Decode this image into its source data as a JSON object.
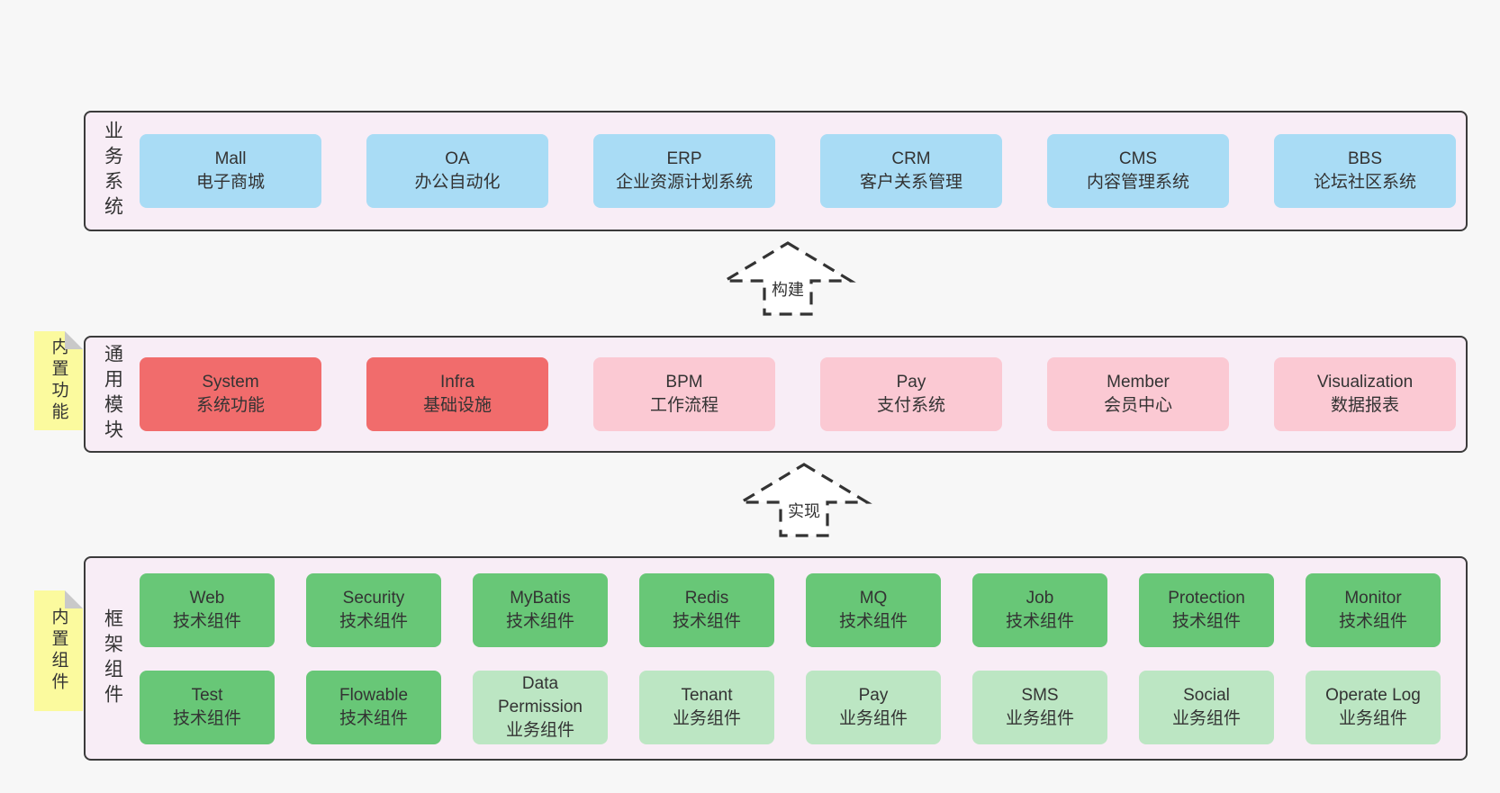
{
  "colors": {
    "page-bg": "#f7f7f7",
    "layer-bg": "#f8edf6",
    "layer-border": "#3b3b3b",
    "box-blue": "#a9dcf5",
    "box-red": "#f16c6c",
    "box-pink": "#fbc9d3",
    "box-green": "#68c777",
    "box-lightgreen": "#bce6c3",
    "note-bg": "#fbfa9e",
    "note-fold": "#c9c9c9",
    "text": "#333333",
    "arrow": "#333333"
  },
  "layers": [
    {
      "label": "业务系统",
      "rows": [
        [
          {
            "title": "Mall",
            "subtitle": "电子商城"
          },
          {
            "title": "OA",
            "subtitle": "办公自动化"
          },
          {
            "title": "ERP",
            "subtitle": "企业资源计划系统"
          },
          {
            "title": "CRM",
            "subtitle": "客户关系管理"
          },
          {
            "title": "CMS",
            "subtitle": "内容管理系统"
          },
          {
            "title": "BBS",
            "subtitle": "论坛社区系统"
          }
        ]
      ]
    },
    {
      "label": "通用模块",
      "note": "内置功能",
      "rows": [
        [
          {
            "title": "System",
            "subtitle": "系统功能"
          },
          {
            "title": "Infra",
            "subtitle": "基础设施"
          },
          {
            "title": "BPM",
            "subtitle": "工作流程"
          },
          {
            "title": "Pay",
            "subtitle": "支付系统"
          },
          {
            "title": "Member",
            "subtitle": "会员中心"
          },
          {
            "title": "Visualization",
            "subtitle": "数据报表"
          }
        ]
      ]
    },
    {
      "label": "框架组件",
      "note": "内置组件",
      "rows": [
        [
          {
            "title": "Web",
            "subtitle": "技术组件"
          },
          {
            "title": "Security",
            "subtitle": "技术组件"
          },
          {
            "title": "MyBatis",
            "subtitle": "技术组件"
          },
          {
            "title": "Redis",
            "subtitle": "技术组件"
          },
          {
            "title": "MQ",
            "subtitle": "技术组件"
          },
          {
            "title": "Job",
            "subtitle": "技术组件"
          },
          {
            "title": "Protection",
            "subtitle": "技术组件"
          },
          {
            "title": "Monitor",
            "subtitle": "技术组件"
          }
        ],
        [
          {
            "title": "Test",
            "subtitle": "技术组件"
          },
          {
            "title": "Flowable",
            "subtitle": "技术组件"
          },
          {
            "title": "Data Permission",
            "subtitle": "业务组件"
          },
          {
            "title": "Tenant",
            "subtitle": "业务组件"
          },
          {
            "title": "Pay",
            "subtitle": "业务组件"
          },
          {
            "title": "SMS",
            "subtitle": "业务组件"
          },
          {
            "title": "Social",
            "subtitle": "业务组件"
          },
          {
            "title": "Operate Log",
            "subtitle": "业务组件"
          }
        ]
      ]
    }
  ],
  "arrows": [
    {
      "label": "构建"
    },
    {
      "label": "实现"
    }
  ]
}
